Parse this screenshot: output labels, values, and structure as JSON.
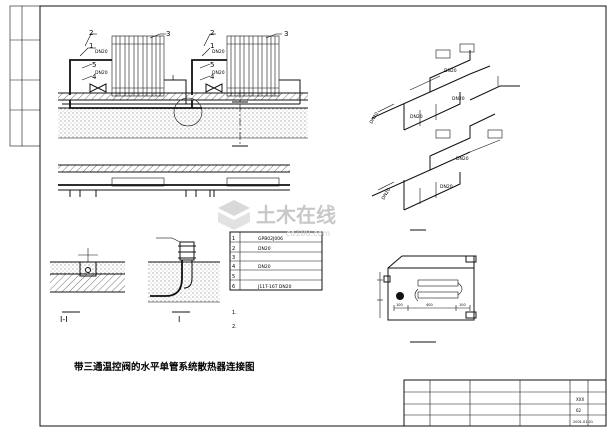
{
  "drawing": {
    "title": "带三通温控阀的水平单管系统散热器连接图"
  },
  "elevation": {
    "callouts": [
      "2",
      "1",
      "3",
      "5",
      "4",
      "2",
      "1",
      "3",
      "5",
      "4"
    ],
    "pipe_sizes": [
      "DN20",
      "DN20",
      "DN20",
      "DN20"
    ],
    "section_mark": "I"
  },
  "details": {
    "section_label": "I-I",
    "detail_label": "I"
  },
  "parts_table": {
    "rows": [
      {
        "no": "1",
        "desc": "GPB02J006"
      },
      {
        "no": "2",
        "desc": "DN20"
      },
      {
        "no": "3",
        "desc": ""
      },
      {
        "no": "4",
        "desc": "DN20"
      },
      {
        "no": "5",
        "desc": ""
      },
      {
        "no": "6",
        "desc": "J11T-16T  DN20"
      }
    ],
    "notes": [
      "1.",
      "2."
    ]
  },
  "isometric": {
    "pipe_labels": [
      "DN20",
      "DN20",
      "DN20",
      "DN20",
      "DN20",
      "DN20",
      "DN20"
    ]
  },
  "plan_detail": {
    "dims": [
      "100",
      "400",
      "100"
    ]
  },
  "title_block": {
    "code": "XXX",
    "sheet": "62",
    "date": "2001.01.01"
  },
  "watermark": {
    "brand": "土木在线",
    "url": "co188.com"
  }
}
